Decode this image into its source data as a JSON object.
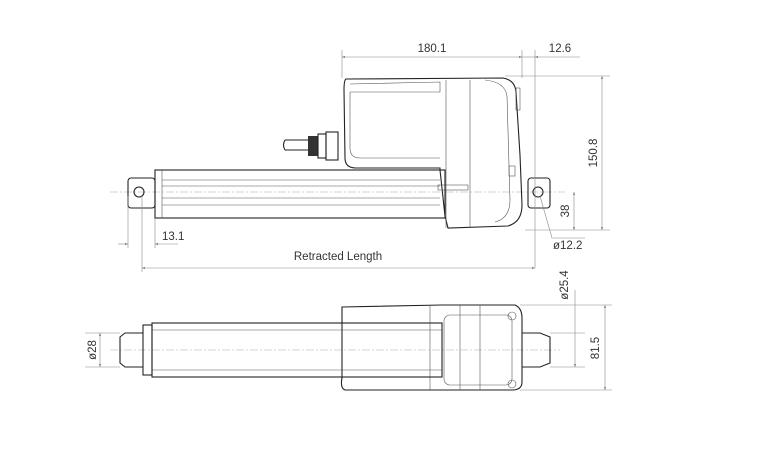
{
  "drawing": {
    "title": "Linear actuator dimension drawing",
    "side_view": {
      "dim_housing_length": "180.1",
      "dim_rear_offset": "12.6",
      "dim_height": "150.8",
      "dim_axis_height": "38",
      "dim_hole_diameter": "ø12.2",
      "dim_front_offset": "13.1",
      "retracted_length_label": "Retracted Length"
    },
    "top_view": {
      "dim_rear_clevis_diameter": "ø25.4",
      "dim_front_rod_diameter": "ø28",
      "dim_width": "81.5"
    }
  }
}
